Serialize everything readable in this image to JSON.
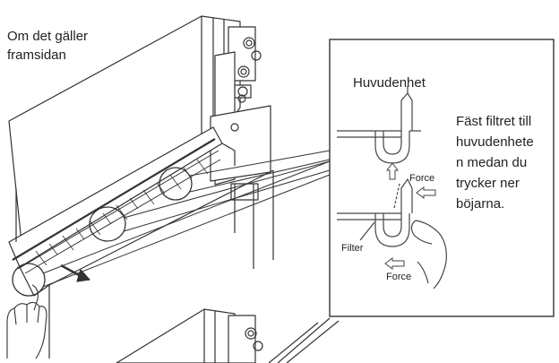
{
  "front_caption": [
    "Om det gäller",
    "framsidan"
  ],
  "detail": {
    "main_unit_label": "Huvudenhet",
    "instruction": [
      "Fäst filtret till",
      "huvudenhete",
      "n medan du",
      "trycker ner",
      "böjarna."
    ],
    "force_label_top": "Force",
    "force_label_bottom": "Force",
    "filter_label": "Filter"
  },
  "colors": {
    "line": "#333333",
    "light": "#888888",
    "background": "#ffffff"
  },
  "icons": [
    "hand-icon",
    "arrow-down-right-icon",
    "arrow-up-outline-icon",
    "arrow-left-outline-icon"
  ]
}
